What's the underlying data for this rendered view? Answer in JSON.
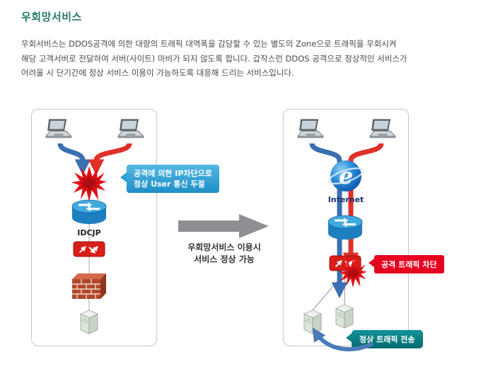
{
  "page": {
    "title": "우회망서비스",
    "description": {
      "line1": "우회서비스는 DDOS공격에 의한 대량의 트래픽 대역폭을 감당할 수 있는 별도의 Zone으로 트래픽을 우회시켜",
      "line2": "해당 고객서버로 전달하여 서버(사이트) 마비가 되지 않도록 합니다. 갑작스런 DDOS 공격으로 정상적인 서비스가",
      "line3": "어려울 시 단기간에 정상 서비스 이용이 가능하도록 대응해 드리는 서비스입니다."
    }
  },
  "diagram": {
    "before": {
      "attack_callout": {
        "line1": "공격에 의한 IP차단으로",
        "line2": "정상 User 통신 두절"
      },
      "router_label": "IDCJP"
    },
    "transition": {
      "caption_line1": "우회망서비스 이용시",
      "caption_line2": "서비스 정상 가능"
    },
    "after": {
      "internet_label": "Internet",
      "block_callout": "공격 트래픽 차단",
      "normal_callout": "정상 트래픽 전송"
    }
  },
  "icons": {
    "laptop": "laptop-icon",
    "explosion": "explosion-icon",
    "router": "router-icon",
    "switch": "switch-icon",
    "firewall": "firewall-icon",
    "server": "server-icon",
    "internet_globe": "internet-globe-icon",
    "transition_arrow": "right-block-arrow"
  },
  "colors": {
    "title_text": "#267a66",
    "body_text": "#4a4a4a",
    "callout_blue": "#2f9fd2",
    "callout_red": "#e60020",
    "callout_teal": "#0a8286",
    "flow_blue": "#3a6fb0",
    "flow_red": "#e03028",
    "transition_gray": "#8d8f92",
    "panel_border": "#c6c6c6"
  }
}
